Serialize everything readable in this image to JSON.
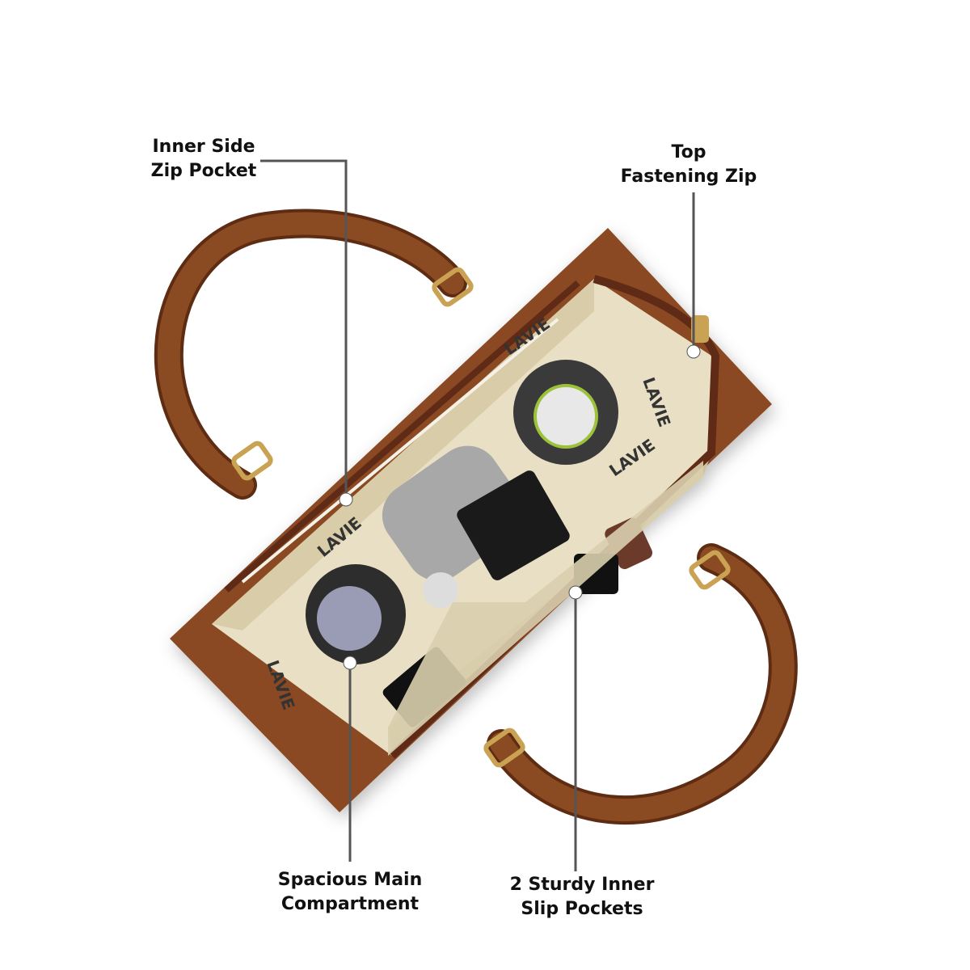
{
  "callouts": [
    {
      "id": "inner-side-zip-pocket",
      "lines": [
        "Inner Side",
        "Zip Pocket"
      ]
    },
    {
      "id": "top-fastening-zip",
      "lines": [
        "Top",
        "Fastening Zip"
      ]
    },
    {
      "id": "spacious-main-compartment",
      "lines": [
        "Spacious Main",
        "Compartment"
      ]
    },
    {
      "id": "inner-slip-pockets",
      "lines": [
        "2 Sturdy Inner",
        "Slip Pockets"
      ]
    }
  ],
  "lining_brand": "LAVIE",
  "colors": {
    "leather": "#8a4a22",
    "leather_dark": "#5e2c12",
    "lining": "#e8dfc4",
    "hardware": "#c9a253",
    "callout_line": "#555555",
    "callout_dot": "#ffffff"
  }
}
